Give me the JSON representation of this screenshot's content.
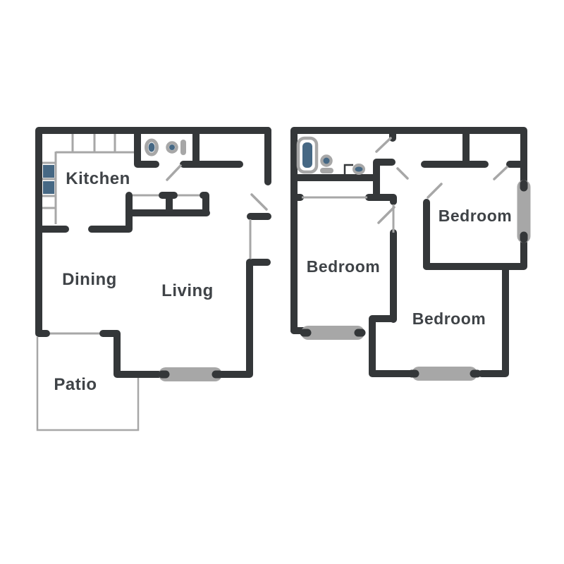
{
  "theme": {
    "wall_color": "#343739",
    "window_gray": "#A7A7A7",
    "fixture_blue": "#466884",
    "label_color": "#3F4347",
    "background": "#FFFFFF"
  },
  "first_floor": {
    "labels": {
      "kitchen": "Kitchen",
      "dining": "Dining",
      "living": "Living",
      "patio": "Patio"
    }
  },
  "second_floor": {
    "labels": {
      "bedroom_left": "Bedroom",
      "bedroom_top_right": "Bedroom",
      "bedroom_bottom_right": "Bedroom"
    }
  }
}
